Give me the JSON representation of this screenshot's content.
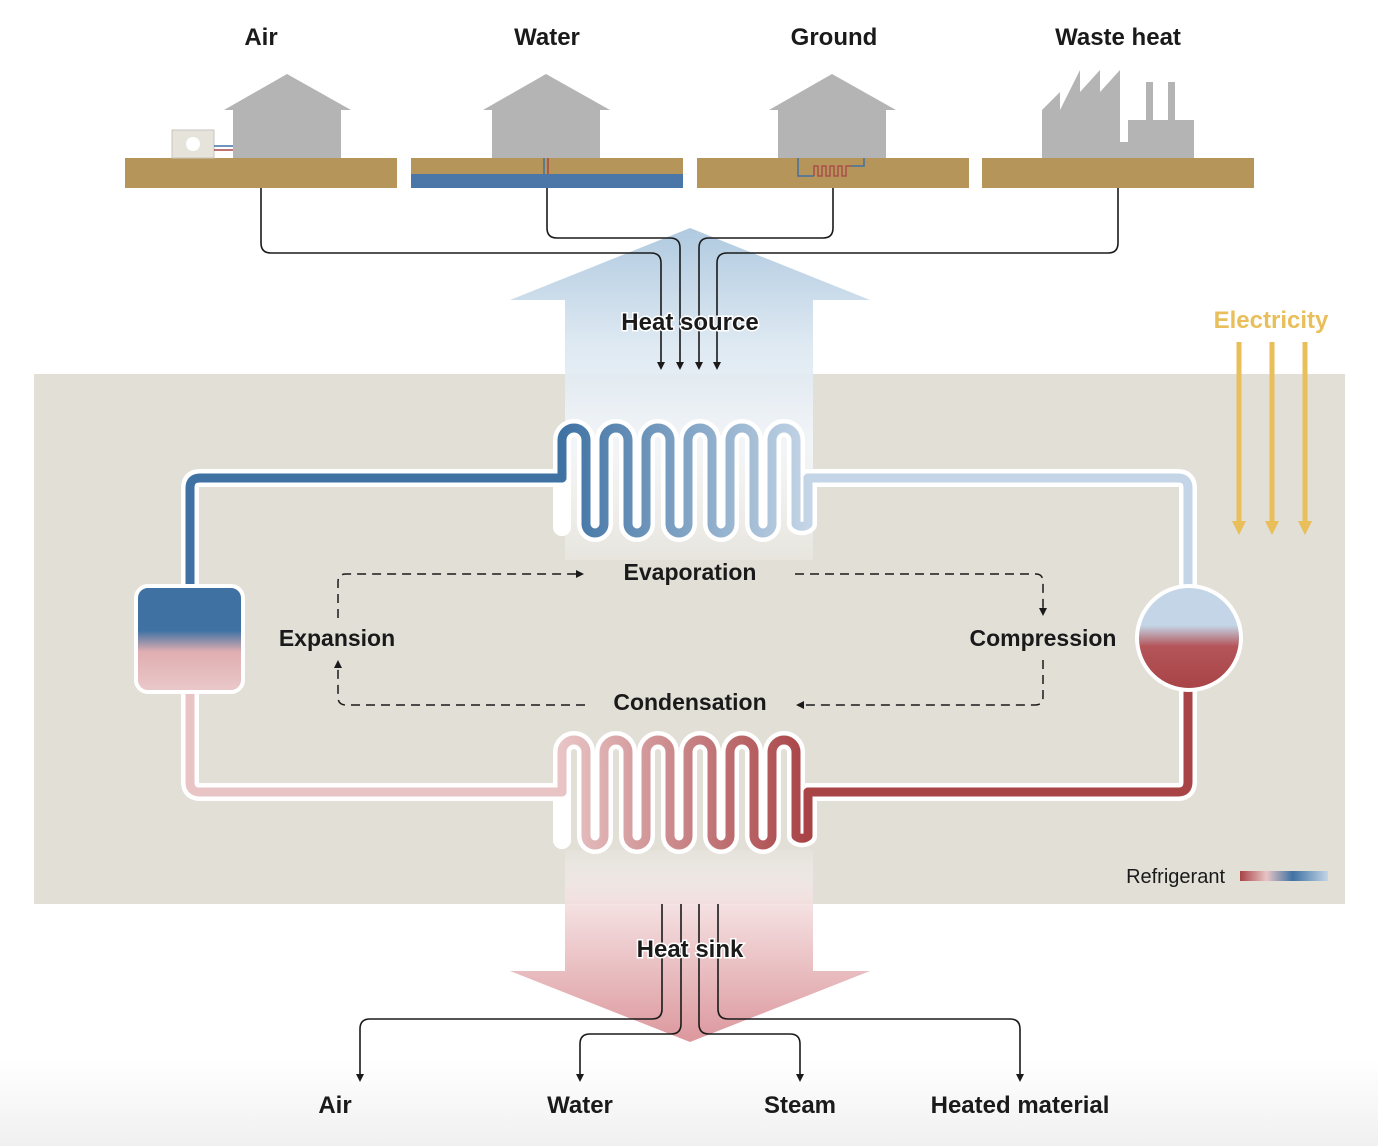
{
  "sources": [
    {
      "label": "Air",
      "type": "house-air"
    },
    {
      "label": "Water",
      "type": "house-water"
    },
    {
      "label": "Ground",
      "type": "house-ground"
    },
    {
      "label": "Waste heat",
      "type": "factory"
    }
  ],
  "heat_source_label": "Heat source",
  "heat_sink_label": "Heat sink",
  "electricity_label": "Electricity",
  "stages": {
    "evaporation": "Evaporation",
    "compression": "Compression",
    "condensation": "Condensation",
    "expansion": "Expansion"
  },
  "sinks": [
    "Air",
    "Water",
    "Steam",
    "Heated material"
  ],
  "legend": {
    "label": "Refrigerant"
  },
  "colors": {
    "ground": "#b5955a",
    "water_layer": "#4a77a8",
    "building": "#b4b4b4",
    "panel": "#e2dfd7",
    "cold_dark": "#3f72a3",
    "cold_light": "#c3d5e6",
    "hot_dark": "#a84346",
    "hot_light": "#e8c4c5",
    "electricity": "#e8bf5a",
    "heat_source_arrow": "#a9c5dd",
    "heat_sink_arrow": "#dba0a5"
  }
}
